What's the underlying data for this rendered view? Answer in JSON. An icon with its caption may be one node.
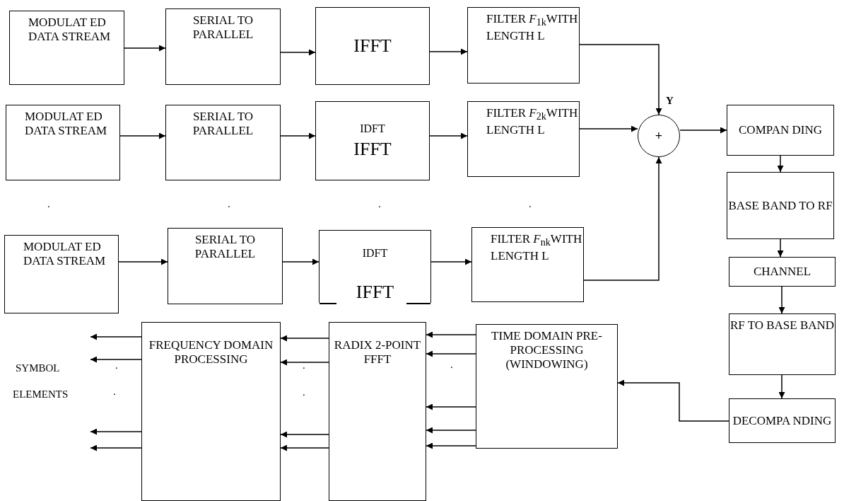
{
  "diagram": {
    "nodes": [
      {
        "text": [
          "MODULAT ED DATA STREAM"
        ]
      },
      {
        "text": [
          "SERIAL TO PARALLEL"
        ]
      },
      {
        "text": [
          "IFFT"
        ]
      },
      {
        "text": [
          "FILTER *F*$_{1k}$WITH LENGTH L"
        ]
      },
      {
        "text": [
          "MODULAT ED DATA STREAM"
        ]
      },
      {
        "text": [
          "SERIAL TO PARALLEL"
        ]
      },
      {
        "text": [
          "IDFT",
          "IFFT"
        ]
      },
      {
        "text": [
          "FILTER *F*$_{2k}$WITH LENGTH L"
        ]
      },
      {
        "text": [
          "MODULAT ED DATA STREAM"
        ]
      },
      {
        "text": [
          "SERIAL TO PARALLEL"
        ]
      },
      {
        "text": [
          "IDFT",
          "IFFT"
        ]
      },
      {
        "text": [
          "FILTER *F*$_{nk}$WITH LENGTH L"
        ]
      },
      {
        "text": [
          "+"
        ]
      },
      {
        "text": [
          "COMPAN DING"
        ]
      },
      {
        "text": [
          "BASE BAND TO RF"
        ]
      },
      {
        "text": [
          "CHANNEL"
        ]
      },
      {
        "text": [
          "RF TO BASE BAND"
        ]
      },
      {
        "text": [
          "DECOMPA NDING"
        ]
      },
      {
        "text": [
          "TIME DOMAIN PRE- PROCESSING (WINDOWING)"
        ]
      },
      {
        "text": [
          "RADIX 2-POINT FFFT"
        ]
      },
      {
        "text": [
          "FREQUENCY DOMAIN PROCESSING"
        ]
      }
    ],
    "edges": [
      {
        "from": 0,
        "to": 1,
        "arrow": "to"
      },
      {
        "from": 1,
        "to": 2,
        "arrow": "to"
      },
      {
        "from": 2,
        "to": 3,
        "arrow": "to"
      },
      {
        "from": 3,
        "to": 12,
        "arrow": "to"
      },
      {
        "from": 4,
        "to": 5,
        "arrow": "to"
      },
      {
        "from": 5,
        "to": 6,
        "arrow": "to"
      },
      {
        "from": 6,
        "to": 7,
        "arrow": "to"
      },
      {
        "from": 7,
        "to": 12,
        "arrow": "to"
      },
      {
        "from": 8,
        "to": 9,
        "arrow": "to"
      },
      {
        "from": 9,
        "to": 10,
        "arrow": "to"
      },
      {
        "from": 10,
        "to": 11,
        "arrow": "to"
      },
      {
        "from": 11,
        "to": 12,
        "arrow": "to"
      },
      {
        "from": 12,
        "to": 13,
        "arrow": "to"
      },
      {
        "from": 13,
        "to": 14,
        "arrow": "to"
      },
      {
        "from": 14,
        "to": 15,
        "arrow": "to"
      },
      {
        "from": 15,
        "to": 16,
        "arrow": "to"
      },
      {
        "from": 16,
        "to": 17,
        "arrow": "to"
      },
      {
        "from": 17,
        "to": 18,
        "arrow": "to"
      },
      {
        "from": 18,
        "to": 19,
        "arrow": "to"
      },
      {
        "from": 18,
        "to": 19,
        "arrow": "to"
      },
      {
        "from": 18,
        "to": 19,
        "arrow": "to"
      },
      {
        "from": 18,
        "to": 19,
        "arrow": "to"
      },
      {
        "from": 18,
        "to": 19,
        "arrow": "to"
      },
      {
        "from": 19,
        "to": 20,
        "arrow": "to"
      },
      {
        "from": 19,
        "to": 20,
        "arrow": "to"
      },
      {
        "from": 19,
        "to": 20,
        "arrow": "to"
      },
      {
        "from": 19,
        "to": 20,
        "arrow": "to"
      },
      {
        "from": 20,
        "to": null,
        "arrow": "to"
      },
      {
        "from": 20,
        "to": null,
        "arrow": "to"
      },
      {
        "from": 20,
        "to": null,
        "arrow": "to"
      },
      {
        "from": 20,
        "to": null,
        "arrow": "to"
      }
    ],
    "labels": [
      "Y",
      ".",
      ".",
      ".",
      ".",
      "SYMBOL",
      ".",
      ".",
      ".",
      "ELEMENTS",
      ".",
      "."
    ]
  }
}
